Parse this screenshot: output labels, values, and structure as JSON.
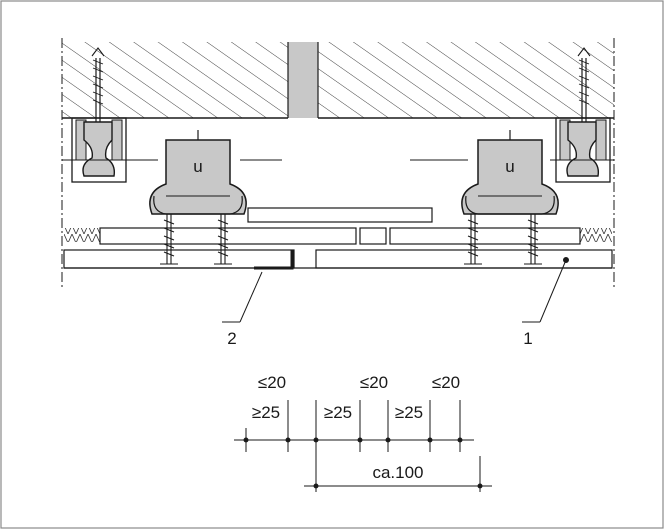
{
  "callouts": {
    "item_2": "2",
    "item_1": "1"
  },
  "channel_glyph": "u",
  "dimensions": {
    "max_1": "≤20",
    "max_2": "≤20",
    "max_3": "≤20",
    "min_1": "≥25",
    "min_2": "≥25",
    "min_3": "≥25",
    "overall": "ca.100"
  },
  "colors": {
    "line": "#1a1a1a",
    "clip_fill": "#c8c8c8",
    "hatch": "#444444",
    "frame": "#8a8a8a"
  }
}
